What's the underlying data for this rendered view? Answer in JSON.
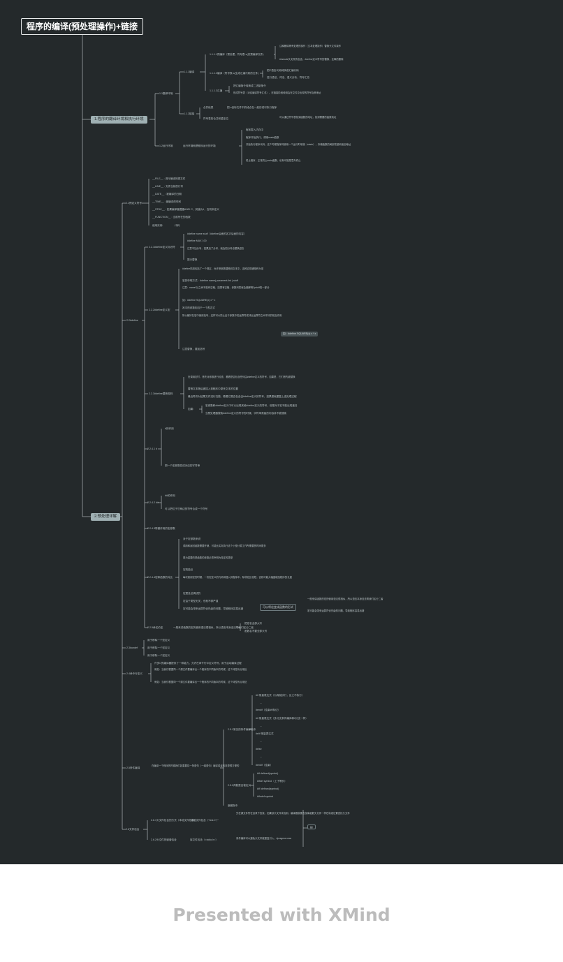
{
  "root": "程序的编译(预处理操作)+链接",
  "main_topics": [
    "1.程序的翻译环境和执行环境",
    "2.预处理详解"
  ],
  "note": "可以将宏变成函数的形式",
  "topics": {
    "s11": "1.1翻译环境",
    "s111": "1.1.1编译",
    "s1111": "1.1.1.1预编译（预处理，符号表-c(仅预编译文件)",
    "s1111a": "注释删除等有处理的操作（文本处理操作）替换头文件操作",
    "s1111b": "#include头文件的包含，#define定义符号的替换，注释的删除",
    "s1112": "1.1.1.2编译（符号表-s(生成汇编代码的文件)",
    "s1112a": "把C语言代码转换成汇编代码",
    "s1112b": "进行语法、词法、语义分析、符号汇总",
    "s1113": "1.1.1.3汇编",
    "s1113a": "把汇编指令转换成二进制指令",
    "s1113b": "形成符号表（对应编译符号汇总），在链接阶段使用会在文件中出现的符号及其地址",
    "s112": "1.1.2链接",
    "s112a": "合并段表",
    "s112a1": "把.o目标文件中的段合在一起形成可执行程序",
    "s112b": "符号表的合并和重定位",
    "s112b1": "可以通过符号表找到函数的地址，找到需要的函数地址",
    "s112c": "1.2运行环境",
    "s112c0": "运行环境就是程序运行的环境",
    "s12a": "程序载入内存中",
    "s12b": "程序开始执行，调用main函数",
    "s12c": "开始执行程序代码，这个时候程序将使用一个运行时堆栈（stack），存储函数的局部变量和返回地址",
    "s12d": "终止程序，正常终止main函数，也有可能是意外终止",
    "s21": "2.1预定义符号",
    "p1": "__FILE__ : 进行编译的源文件",
    "p2": "__LINE__ : 文件当前的行号",
    "p3": "__DATE__ : 被编译的日期",
    "p4": "__TIME__ : 被编译的时间",
    "p5": "__STDC__ : 如果编译器遵循ANSI C，其值为1，否则未定义",
    "p6": "__FUNCTION__ : 当前所在的函数",
    "p7": "使用实例:",
    "p7a": "代码",
    "s22": "2.2#define",
    "s221": "2.2.1#define定义标识符",
    "d1": "#define name stuff（#define后面的名字后面的内容）",
    "d2": "#define MAX 100",
    "d3": "注意不加分号，如果加了分号，就会把分号也替换进去",
    "d4": "提示替换",
    "s222": "2.2.2#define定义宏",
    "m1": "#define机制包括了一个规定，允许把参数替换到文本中，这种实现通常称为宏",
    "m2": "宏的申明方式：#define name( parament-list ) stuff",
    "m3": "注意：name与(之间不能有空格，如果有空格，参数列表就会被解释为stuff的一部分",
    "m4": "如：#define SQUARE(x) x * x",
    "m5": "其中的参数相当于一个表达式",
    "m6": "所以最好在宏中使用括号，这样可以防止由于参数中的运算符或邻近运算符之间不好的相互作用",
    "m7": "注意替换，要加括号",
    "s223": "2.2.3#define替换规则",
    "r1": "在调用宏时，首先对参数进行检查，看看是否包含任何由#define定义的符号，如果是，它们首先被替换",
    "r2": "替换文本随后被插入到程序中原来文本的位置",
    "r3": "最后再次对结果文件进行扫描，看看它是否包含由#define定义的符号，如果是就重复上述处理过程",
    "r4": "如果：",
    "r4a": "宏参数和#define定义中可以出现其他#define定义的符号，但是对于宏不能出现递归",
    "r4b": "当预处理器搜索#define定义的符号的时候，字符串常量的内容并不被搜索",
    "s2241": "2.2.4.1 #",
    "h1": "#的作用",
    "h1a": "把一个宏参数变成对应的字符串",
    "h2": "##的作用",
    "h2a": "可以把位于它两边的符号合成一个符号",
    "s2242": "2.2.4.2 ##",
    "s2243": "2.2.4.3带副作用的宏参数",
    "s2244": "2.2.4.4宏和函数的对比",
    "c1": "对于宏参数来说",
    "c2": "调用和返回函数需要开销，可能比实际执行这个小型计算工作所需要的时间更多",
    "c3": "更为重要的是函数的参数必须声明为特定的类型",
    "c4": "宏的缺点",
    "c5": "每次使用宏的时候，一份宏定义的代码将插入到程序中，除非宏比较短，否则可能大幅度增加程序的长度",
    "c6": "宏是没法调试的",
    "c7": "宏由于类型无关，也就不够严谨",
    "c8": "宏可能会带来运算符优先级的问题，导致程序容易出错",
    "s2245": "2.2.5命名约定",
    "n0": "一般来讲函数的宏的使用语法很相似，所以语言本身没法帮我们区分二者",
    "n1": "把宏名全部大写",
    "n2": "函数名不要全部大写",
    "s23": "2.3#undef",
    "u1": "用于移除一个宏定义",
    "s24": "2.4命令行定义",
    "l1": "许多C的编译器提供了一种能力，允许在命令行中定义符号，用于启动编译过程",
    "l2": "例如：当我们根据同一个源文件要编译出一个程序的不同版本的时候，这个特性有点用处",
    "s25": "2.5条件编译",
    "s25a": "在编译一个程序的时候我们如果要将一条语句（一组语句）编译或者放弃是很方便的",
    "s251": "2.5.1常见的条件编译指令",
    "x1": "#if 常量表达式（为真就执行，反之不执行）",
    "x2": "...",
    "x3": "#endif（结束#if标记）",
    "x4": "#if 常量表达式（多分支条件编译和if分支一样）",
    "x5": "#elif 常量表达式",
    "x6": "#else",
    "x7": "#endif（结束）",
    "s252": "2.5.2判断是否被定义",
    "y1": "#if defined(symbol)",
    "y2": "#ifdef symbol（上下等价）",
    "y3": "#if !defined(symbol)",
    "y4": "#ifndef symbol",
    "y5": "嵌套指令",
    "s26": "2.6文件包含",
    "s261": "2.6.1头文件包含的方式（本地文件包含）",
    "s261a": "“本地文件包含（\"test.h\"）”",
    "s261b": "先在源文件所在目录下查找，如果该头文件未找到，编译器就像查找库函数头文件一样在标准位置查找头文件",
    "s262": "2.6.2头文件的嵌套包含",
    "s262a": "库文件包含（<stdio.h>）",
    "s262b": "条件编译可以避免头文件被重复引入，#pragma once"
  }
}
